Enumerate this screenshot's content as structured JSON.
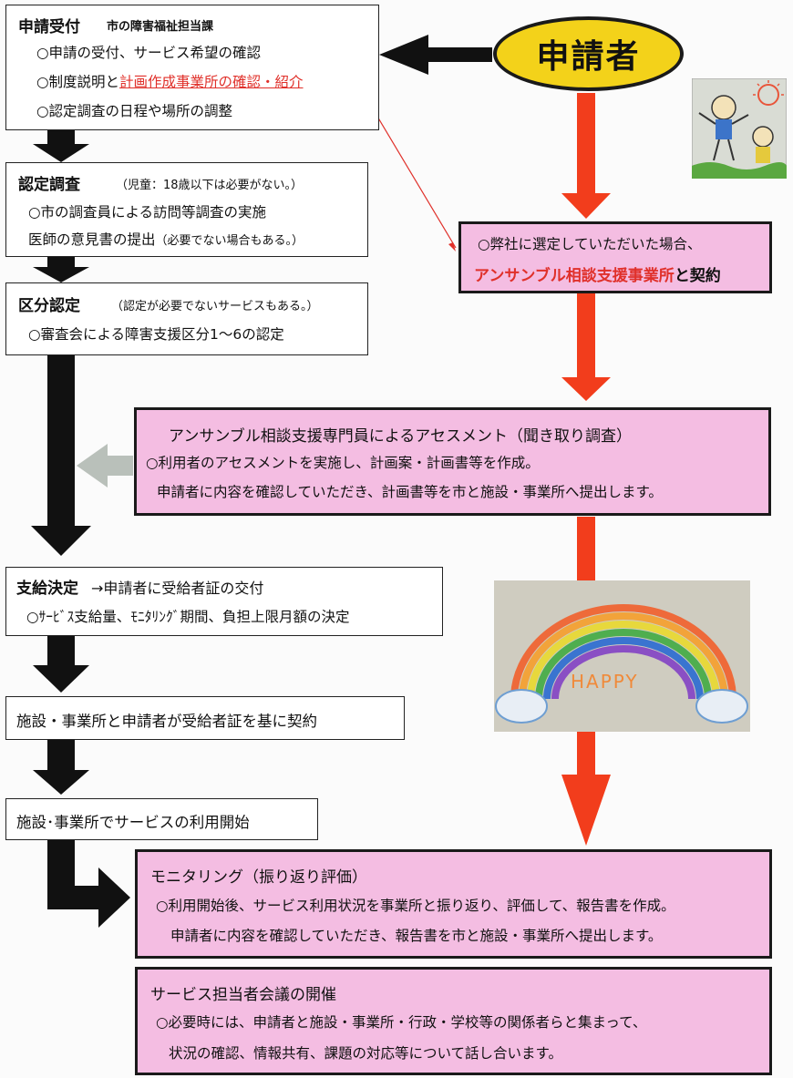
{
  "applicant": "申請者",
  "box1": {
    "title": "申請受付",
    "subtitle": "市の障害福祉担当課",
    "line1": "○申請の受付、サービス希望の確認",
    "line2_a": "○制度説明と",
    "line2_b": "計画作成事業所の確認・紹介",
    "line3": "○認定調査の日程や場所の調整"
  },
  "box2": {
    "title": "認定調査",
    "note": "（児童：18歳以下は必要がない。）",
    "line1": "○市の調査員による訪問等調査の実施",
    "line2": "医師の意見書の提出",
    "line2_note": "（必要でない場合もある。）"
  },
  "box3": {
    "title": "区分認定",
    "note": "（認定が必要でないサービスもある。）",
    "line1": "○審査会による障害支援区分1～6の認定"
  },
  "contract": {
    "line1": "○弊社に選定していただいた場合、",
    "line2_a": "アンサンブル相談支援事業所",
    "line2_b": "と契約"
  },
  "assessment": {
    "title": "アンサンブル相談支援専門員によるアセスメント（聞き取り調査）",
    "line1": "○利用者のアセスメントを実施し、計画案・計画書等を作成。",
    "line2": "申請者に内容を確認していただき、計画書等を市と施設・事業所へ提出します。"
  },
  "box4": {
    "title": "支給決定",
    "title_b": "→申請者に受給者証の交付",
    "line1": "○ｻｰﾋﾞｽ支給量、ﾓﾆﾀﾘﾝｸﾞ期間、負担上限月額の決定"
  },
  "box5": {
    "title": "施設・事業所と申請者が受給者証を基に契約"
  },
  "box6": {
    "title": "施設･事業所でサービスの利用開始"
  },
  "monitoring": {
    "title": "モニタリング（振り返り評価）",
    "line1": "○利用開始後、サービス利用状況を事業所と振り返り、評価して、報告書を作成。",
    "line2": "申請者に内容を確認していただき、報告書を市と施設・事業所へ提出します。"
  },
  "meeting": {
    "title": "サービス担当者会議の開催",
    "line1": "○必要時には、申請者と施設・事業所・行政・学校等の関係者らと集まって、",
    "line2": "状況の確認、情報共有、課題の対応等について話し合います。"
  },
  "rainbow_text": "HAPPY"
}
